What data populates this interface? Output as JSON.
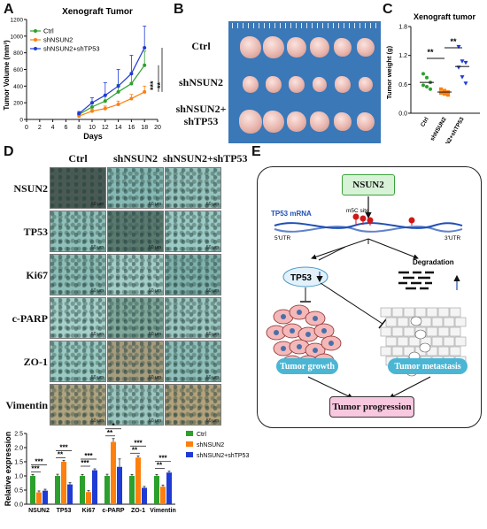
{
  "panels": {
    "a": "A",
    "b": "B",
    "c": "C",
    "d": "D",
    "e": "E"
  },
  "panelA": {
    "title": "Xenograft Tumor",
    "xlabel": "Days",
    "ylabel": "Tumor Volume (mm³)",
    "stars_outer": "***",
    "stars_inner": "**"
  },
  "panelB": {
    "rows": [
      "Ctrl",
      "shNSUN2",
      "shNSUN2+ shTP53"
    ]
  },
  "panelC": {
    "title": "Xenograft tumor",
    "ylabel": "Tumor weight (g)",
    "stars1": "**",
    "stars2": "**"
  },
  "panelD": {
    "columns": [
      "Ctrl",
      "shNSUN2",
      "shNSUN2+shTP53"
    ],
    "rows": [
      "NSUN2",
      "TP53",
      "Ki67",
      "c-PARP",
      "ZO-1",
      "Vimentin"
    ],
    "scale_label": "50 μm"
  },
  "panelE": {
    "nsun2": "NSUN2",
    "mrna": "TP53 mRNA",
    "m5c": "m5C site",
    "utr5": "5'UTR",
    "utr3": "3'UTR",
    "degradation": "Degradation",
    "tp53": "TP53",
    "growth": "Tumor growth",
    "metastasis": "Tumor metastasis",
    "progression": "Tumor progression"
  },
  "colors": {
    "ctrl": "#2ca02c",
    "shNSUN2": "#ff7f0e",
    "shTP53": "#1f3bd6"
  },
  "chart_data": [
    {
      "id": "A",
      "type": "line",
      "title": "Xenograft Tumor",
      "xlabel": "Days",
      "ylabel": "Tumor Volume (mm³)",
      "xlim": [
        0,
        20
      ],
      "ylim": [
        0,
        1200
      ],
      "xticks": [
        0,
        2,
        4,
        6,
        8,
        10,
        12,
        14,
        16,
        18,
        20
      ],
      "yticks": [
        0,
        200,
        400,
        600,
        800,
        1000,
        1200
      ],
      "legend_position": "top-left",
      "series": [
        {
          "name": "Ctrl",
          "x": [
            8,
            10,
            12,
            14,
            16,
            18
          ],
          "y": [
            60,
            150,
            220,
            330,
            430,
            650
          ],
          "err": [
            20,
            40,
            70,
            90,
            120,
            170
          ]
        },
        {
          "name": "shNSUN2",
          "x": [
            8,
            10,
            12,
            14,
            16,
            18
          ],
          "y": [
            40,
            100,
            130,
            180,
            250,
            330
          ],
          "err": [
            15,
            25,
            30,
            40,
            50,
            70
          ]
        },
        {
          "name": "shNSUN2+shTP53",
          "x": [
            8,
            10,
            12,
            14,
            16,
            18
          ],
          "y": [
            70,
            200,
            290,
            400,
            550,
            860
          ],
          "err": [
            25,
            60,
            150,
            200,
            220,
            260
          ]
        }
      ]
    },
    {
      "id": "C",
      "type": "scatter",
      "title": "Xenograft tumor",
      "ylabel": "Tumor weight (g)",
      "categories": [
        "Ctrl",
        "shNSUN2",
        "shNSUN2+shTP53"
      ],
      "ylim": [
        0,
        1.8
      ],
      "yticks": [
        0.0,
        0.6,
        1.2,
        1.8
      ],
      "series": [
        {
          "name": "Ctrl",
          "values": [
            0.82,
            0.74,
            0.64,
            0.58,
            0.55,
            0.5
          ],
          "mean": 0.64
        },
        {
          "name": "shNSUN2",
          "values": [
            0.5,
            0.47,
            0.44,
            0.42,
            0.4,
            0.38
          ],
          "mean": 0.44
        },
        {
          "name": "shNSUN2+shTP53",
          "values": [
            1.38,
            1.08,
            1.05,
            0.95,
            0.75,
            0.62
          ],
          "mean": 0.97
        }
      ]
    },
    {
      "id": "D-bar",
      "type": "bar",
      "ylabel": "Relative expression",
      "categories": [
        "NSUN2",
        "TP53",
        "Ki67",
        "c-PARP",
        "ZO-1",
        "Vimentin"
      ],
      "ylim": [
        0,
        2.5
      ],
      "yticks": [
        0.0,
        0.5,
        1.0,
        1.5,
        2.0,
        2.5
      ],
      "legend_position": "right",
      "series": [
        {
          "name": "Ctrl",
          "values": [
            1.0,
            1.0,
            1.0,
            1.0,
            1.0,
            1.0
          ],
          "err": [
            0.05,
            0.06,
            0.05,
            0.06,
            0.05,
            0.05
          ]
        },
        {
          "name": "shNSUN2",
          "values": [
            0.42,
            1.5,
            0.43,
            2.2,
            1.65,
            0.62
          ],
          "err": [
            0.05,
            0.05,
            0.05,
            0.12,
            0.06,
            0.06
          ]
        },
        {
          "name": "shNSUN2+shTP53",
          "values": [
            0.48,
            0.7,
            1.2,
            1.32,
            0.58,
            1.12
          ],
          "err": [
            0.05,
            0.06,
            0.05,
            0.28,
            0.05,
            0.05
          ]
        }
      ],
      "annotations": [
        {
          "category": "NSUN2",
          "labels": [
            "***",
            "***"
          ]
        },
        {
          "category": "TP53",
          "labels": [
            "**",
            "***"
          ]
        },
        {
          "category": "Ki67",
          "labels": [
            "***",
            "***"
          ]
        },
        {
          "category": "c-PARP",
          "labels": [
            "**",
            "*"
          ]
        },
        {
          "category": "ZO-1",
          "labels": [
            "**",
            "***"
          ]
        },
        {
          "category": "Vimentin",
          "labels": [
            "**",
            "***"
          ]
        }
      ]
    }
  ]
}
